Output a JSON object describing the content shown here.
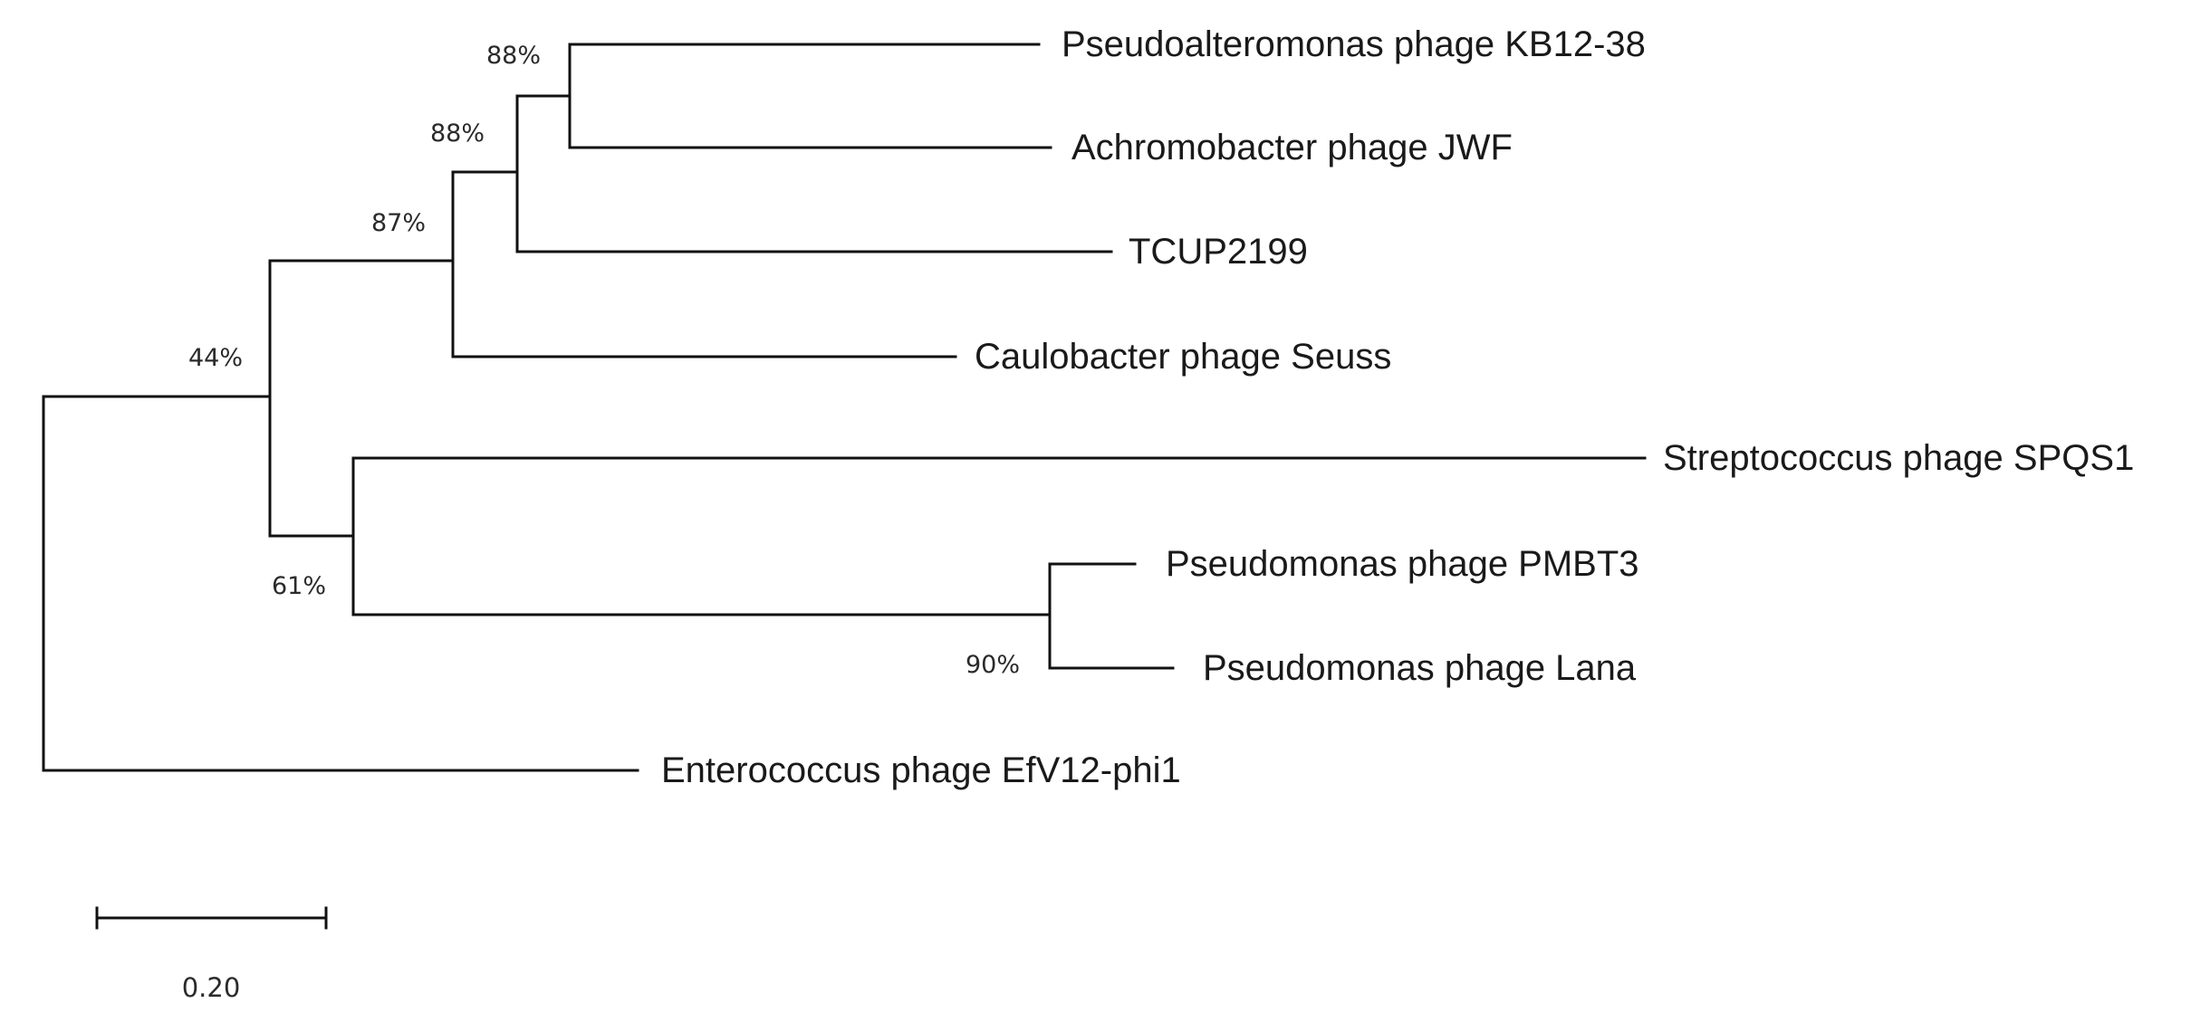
{
  "tree": {
    "leaves": [
      {
        "id": "kb12",
        "label": "Pseudoalteromonas phage KB12-38"
      },
      {
        "id": "jwf",
        "label": "Achromobacter phage JWF"
      },
      {
        "id": "tcup",
        "label": "TCUP2199"
      },
      {
        "id": "seuss",
        "label": "Caulobacter phage Seuss"
      },
      {
        "id": "spqs1",
        "label": "Streptococcus phage SPQS1"
      },
      {
        "id": "pmbt3",
        "label": "Pseudomonas phage PMBT3"
      },
      {
        "id": "lana",
        "label": "Pseudomonas phage Lana"
      },
      {
        "id": "efv12",
        "label": "Enterococcus phage EfV12-phi1"
      }
    ],
    "support_values": {
      "kb12_jwf": "88%",
      "tcup_clade": "88%",
      "seuss_clade": "87%",
      "upper_root": "44%",
      "lower_clade": "61%",
      "pseudomonas_pair": "90%"
    }
  },
  "scale_bar": {
    "label": "0.20"
  }
}
